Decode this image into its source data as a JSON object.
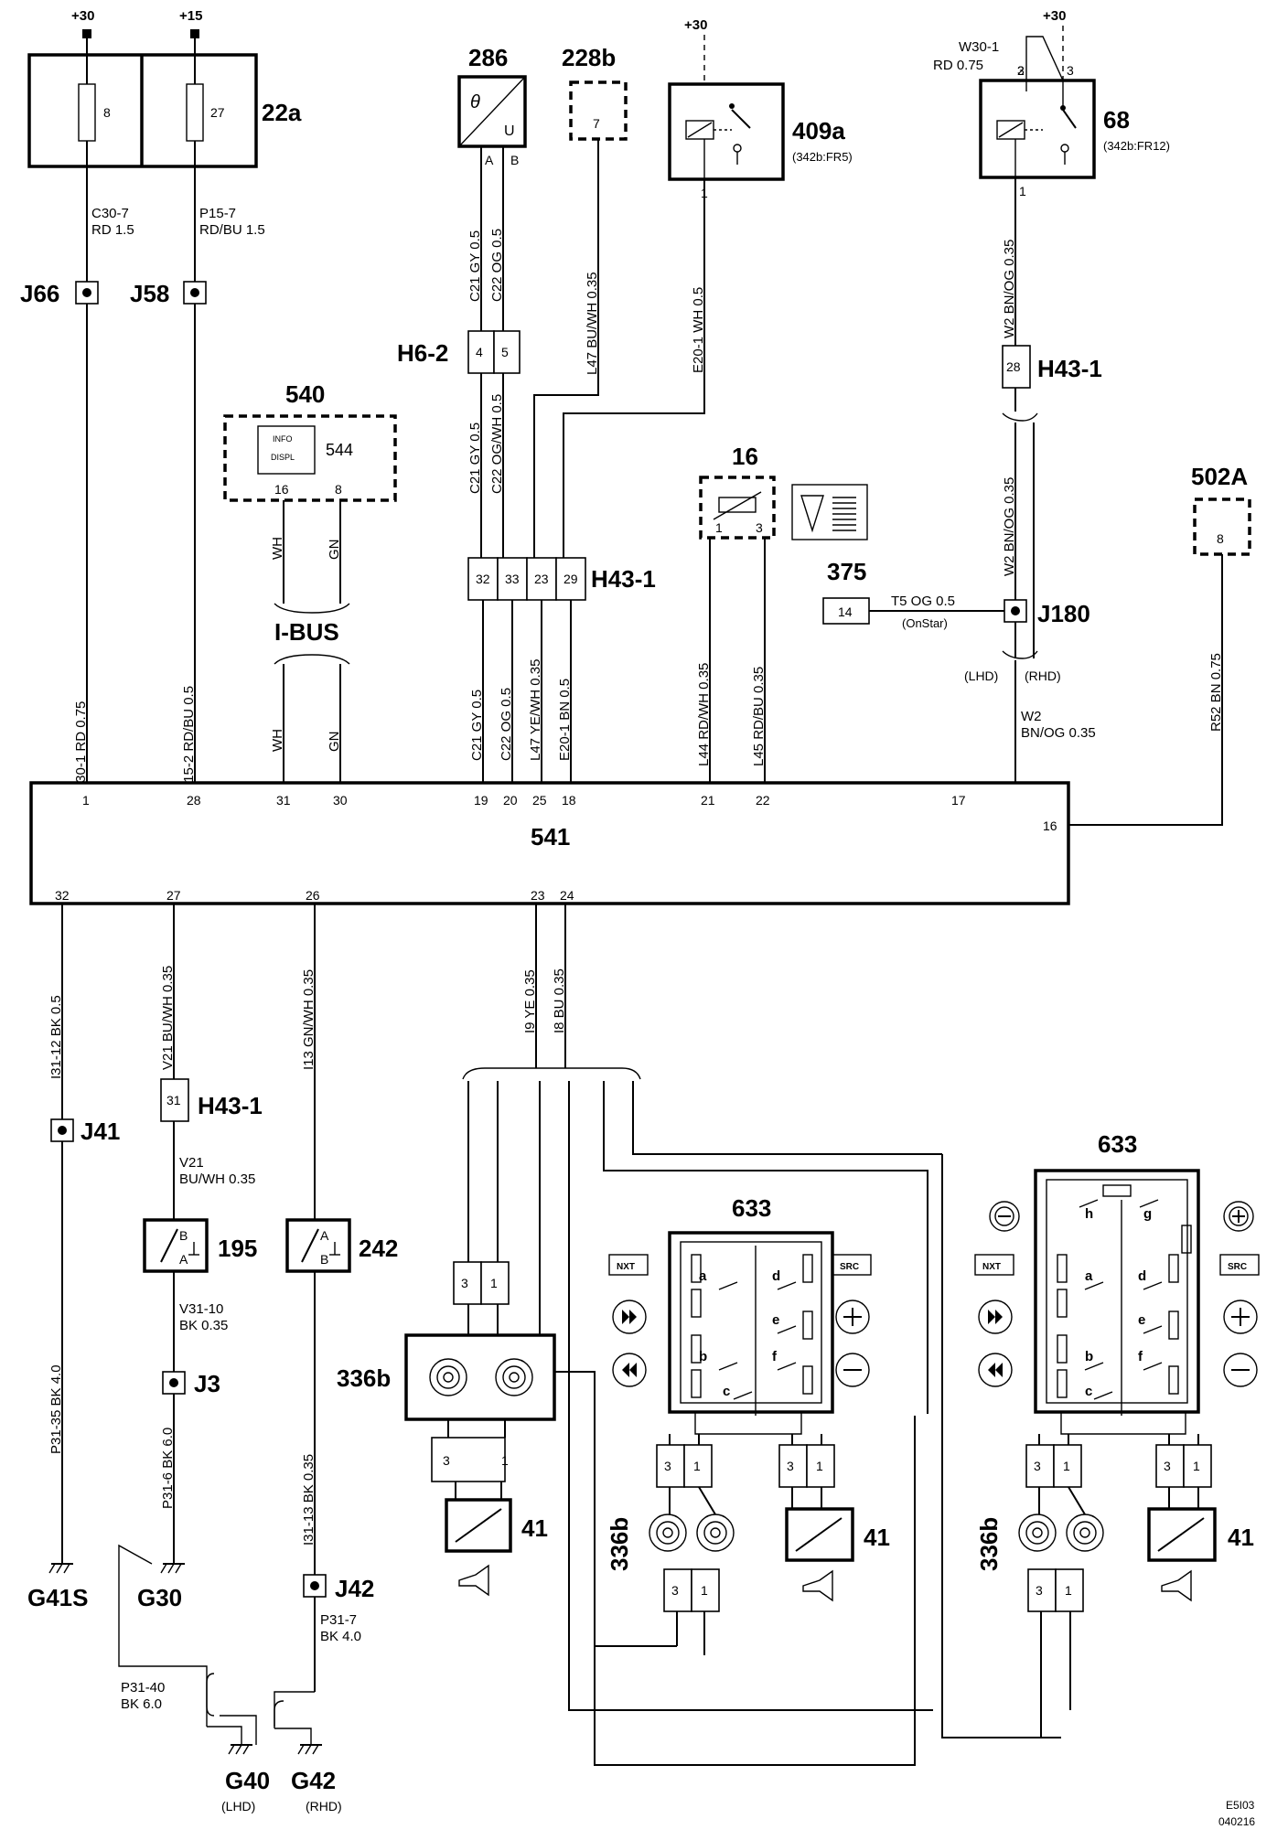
{
  "supply": {
    "plus30_a": "+30",
    "plus15": "+15",
    "plus30_b": "+30",
    "plus30_c": "+30"
  },
  "fusebox": {
    "id": "22a",
    "fuse1": "8",
    "fuse2": "27"
  },
  "wires_top": {
    "c30_7": "C30-7",
    "c30_7_spec": "RD  1.5",
    "p15_7": "P15-7",
    "p15_7_spec": "RD/BU  1.5",
    "i30_1": "I30-1  RD  0.75",
    "i15_2": "I15-2  RD/BU  0.5",
    "c21_a": "C21  GY  0.5",
    "c22_a": "C22  OG  0.5",
    "l47_a": "L47  BU/WH  0.35",
    "e20_1_a": "E20-1  WH  0.5",
    "w2_a": "W2  BN/OG  0.35",
    "w30_1": "W30-1",
    "w30_1_spec": "RD   0.75",
    "c21_b": "C21  GY  0.5",
    "c22_b": "C22  OG/WH  0.5",
    "c21_c": "C21  GY  0.5",
    "c22_c": "C22  OG  0.5",
    "l47_c": "L47  YE/WH  0.35",
    "e20_1_c": "E20-1  BN  0.5",
    "wh1": "WH",
    "gn1": "GN",
    "wh2": "WH",
    "gn2": "GN",
    "l44": "L44  RD/WH  0.35",
    "l45": "L45  RD/BU  0.35",
    "w2_b": "W2  BN/OG  0.35",
    "w2_c": "W2",
    "w2_c_spec": "BN/OG  0.35",
    "r52": "R52  BN  0.75",
    "t5": "T5  OG  0.5",
    "onstar": "(OnStar)",
    "lhd": "(LHD)",
    "rhd": "(RHD)"
  },
  "junctions": {
    "j66": "J66",
    "j58": "J58",
    "j180": "J180",
    "j41": "J41",
    "j3": "J3",
    "j42": "J42"
  },
  "connectors": {
    "h6_2": "H6-2",
    "h6_2_p1": "4",
    "h6_2_p2": "5",
    "h43_1_a": "H43-1",
    "h43_1_a_pins": [
      "32",
      "33",
      "23",
      "29"
    ],
    "h43_1_b": "H43-1",
    "h43_1_b_pin": "28",
    "h43_1_c": "H43-1",
    "h43_1_c_pin": "31"
  },
  "components": {
    "c286": "286",
    "c286_theta": "θ",
    "c286_u": "U",
    "c286_a": "A",
    "c286_b": "B",
    "c228b": "228b",
    "c228b_pin": "7",
    "c409a": "409a",
    "c409a_ref": "(342b:FR5)",
    "c409a_pin": "1",
    "c68": "68",
    "c68_ref": "(342b:FR12)",
    "c68_pin1": "1",
    "c68_pin2": "2",
    "c68_pin3": "3",
    "c540": "540",
    "c544": "544",
    "info": "INFO",
    "displ": "DISPL",
    "c540_p16": "16",
    "c540_p8": "8",
    "ibus": "I-BUS",
    "c16": "16",
    "c16_p1": "1",
    "c16_p3": "3",
    "c375": "375",
    "c375_pin": "14",
    "c502a": "502A",
    "c502a_pin": "8",
    "c541": "541"
  },
  "ecu_pins_top": [
    "1",
    "28",
    "31",
    "30",
    "19",
    "20",
    "25",
    "18",
    "21",
    "22",
    "17"
  ],
  "ecu_pin_right": "16",
  "ecu_pins_bottom": [
    "32",
    "27",
    "26",
    "23",
    "24"
  ],
  "wires_bottom": {
    "i31_12": "I31-12  BK  0.5",
    "v21_a": "V21  BU/WH  0.35",
    "i13": "I13  GN/WH  0.35",
    "i9": "I9  YE  0.35",
    "i8": "I8  BU  0.35",
    "v21_b": "V21",
    "v21_b_spec": "BU/WH 0.35",
    "v31_10": "V31-10",
    "v31_10_spec": "BK 0.35",
    "p31_35": "P31-35  BK  4.0",
    "p31_6": "P31-6  BK  6.0",
    "i31_13": "I31-13  BK  0.35",
    "p31_7": "P31-7",
    "p31_7_spec": "BK  4.0",
    "p31_40": "P31-40",
    "p31_40_spec": "BK 6.0"
  },
  "switches": {
    "c195": "195",
    "c195_b": "B",
    "c195_a": "A",
    "c242": "242",
    "c242_a": "A",
    "c242_b": "B"
  },
  "grounds": {
    "g41s": "G41S",
    "g30": "G30",
    "g40": "G40",
    "g40_note": "(LHD)",
    "g42": "G42",
    "g42_note": "(RHD)"
  },
  "horns": {
    "c336b_1": "336b",
    "c336b_2": "336b",
    "c336b_3": "336b",
    "c41_1": "41",
    "c41_2": "41",
    "c41_3": "41",
    "c633_1": "633",
    "c633_2": "633",
    "nxt": "NXT",
    "src": "SRC",
    "pin3": "3",
    "pin1": "1",
    "sw_a": "a",
    "sw_b": "b",
    "sw_c": "c",
    "sw_d": "d",
    "sw_e": "e",
    "sw_f": "f",
    "sw_g": "g",
    "sw_h": "h"
  },
  "footer": {
    "code1": "E5I03",
    "code2": "040216"
  }
}
